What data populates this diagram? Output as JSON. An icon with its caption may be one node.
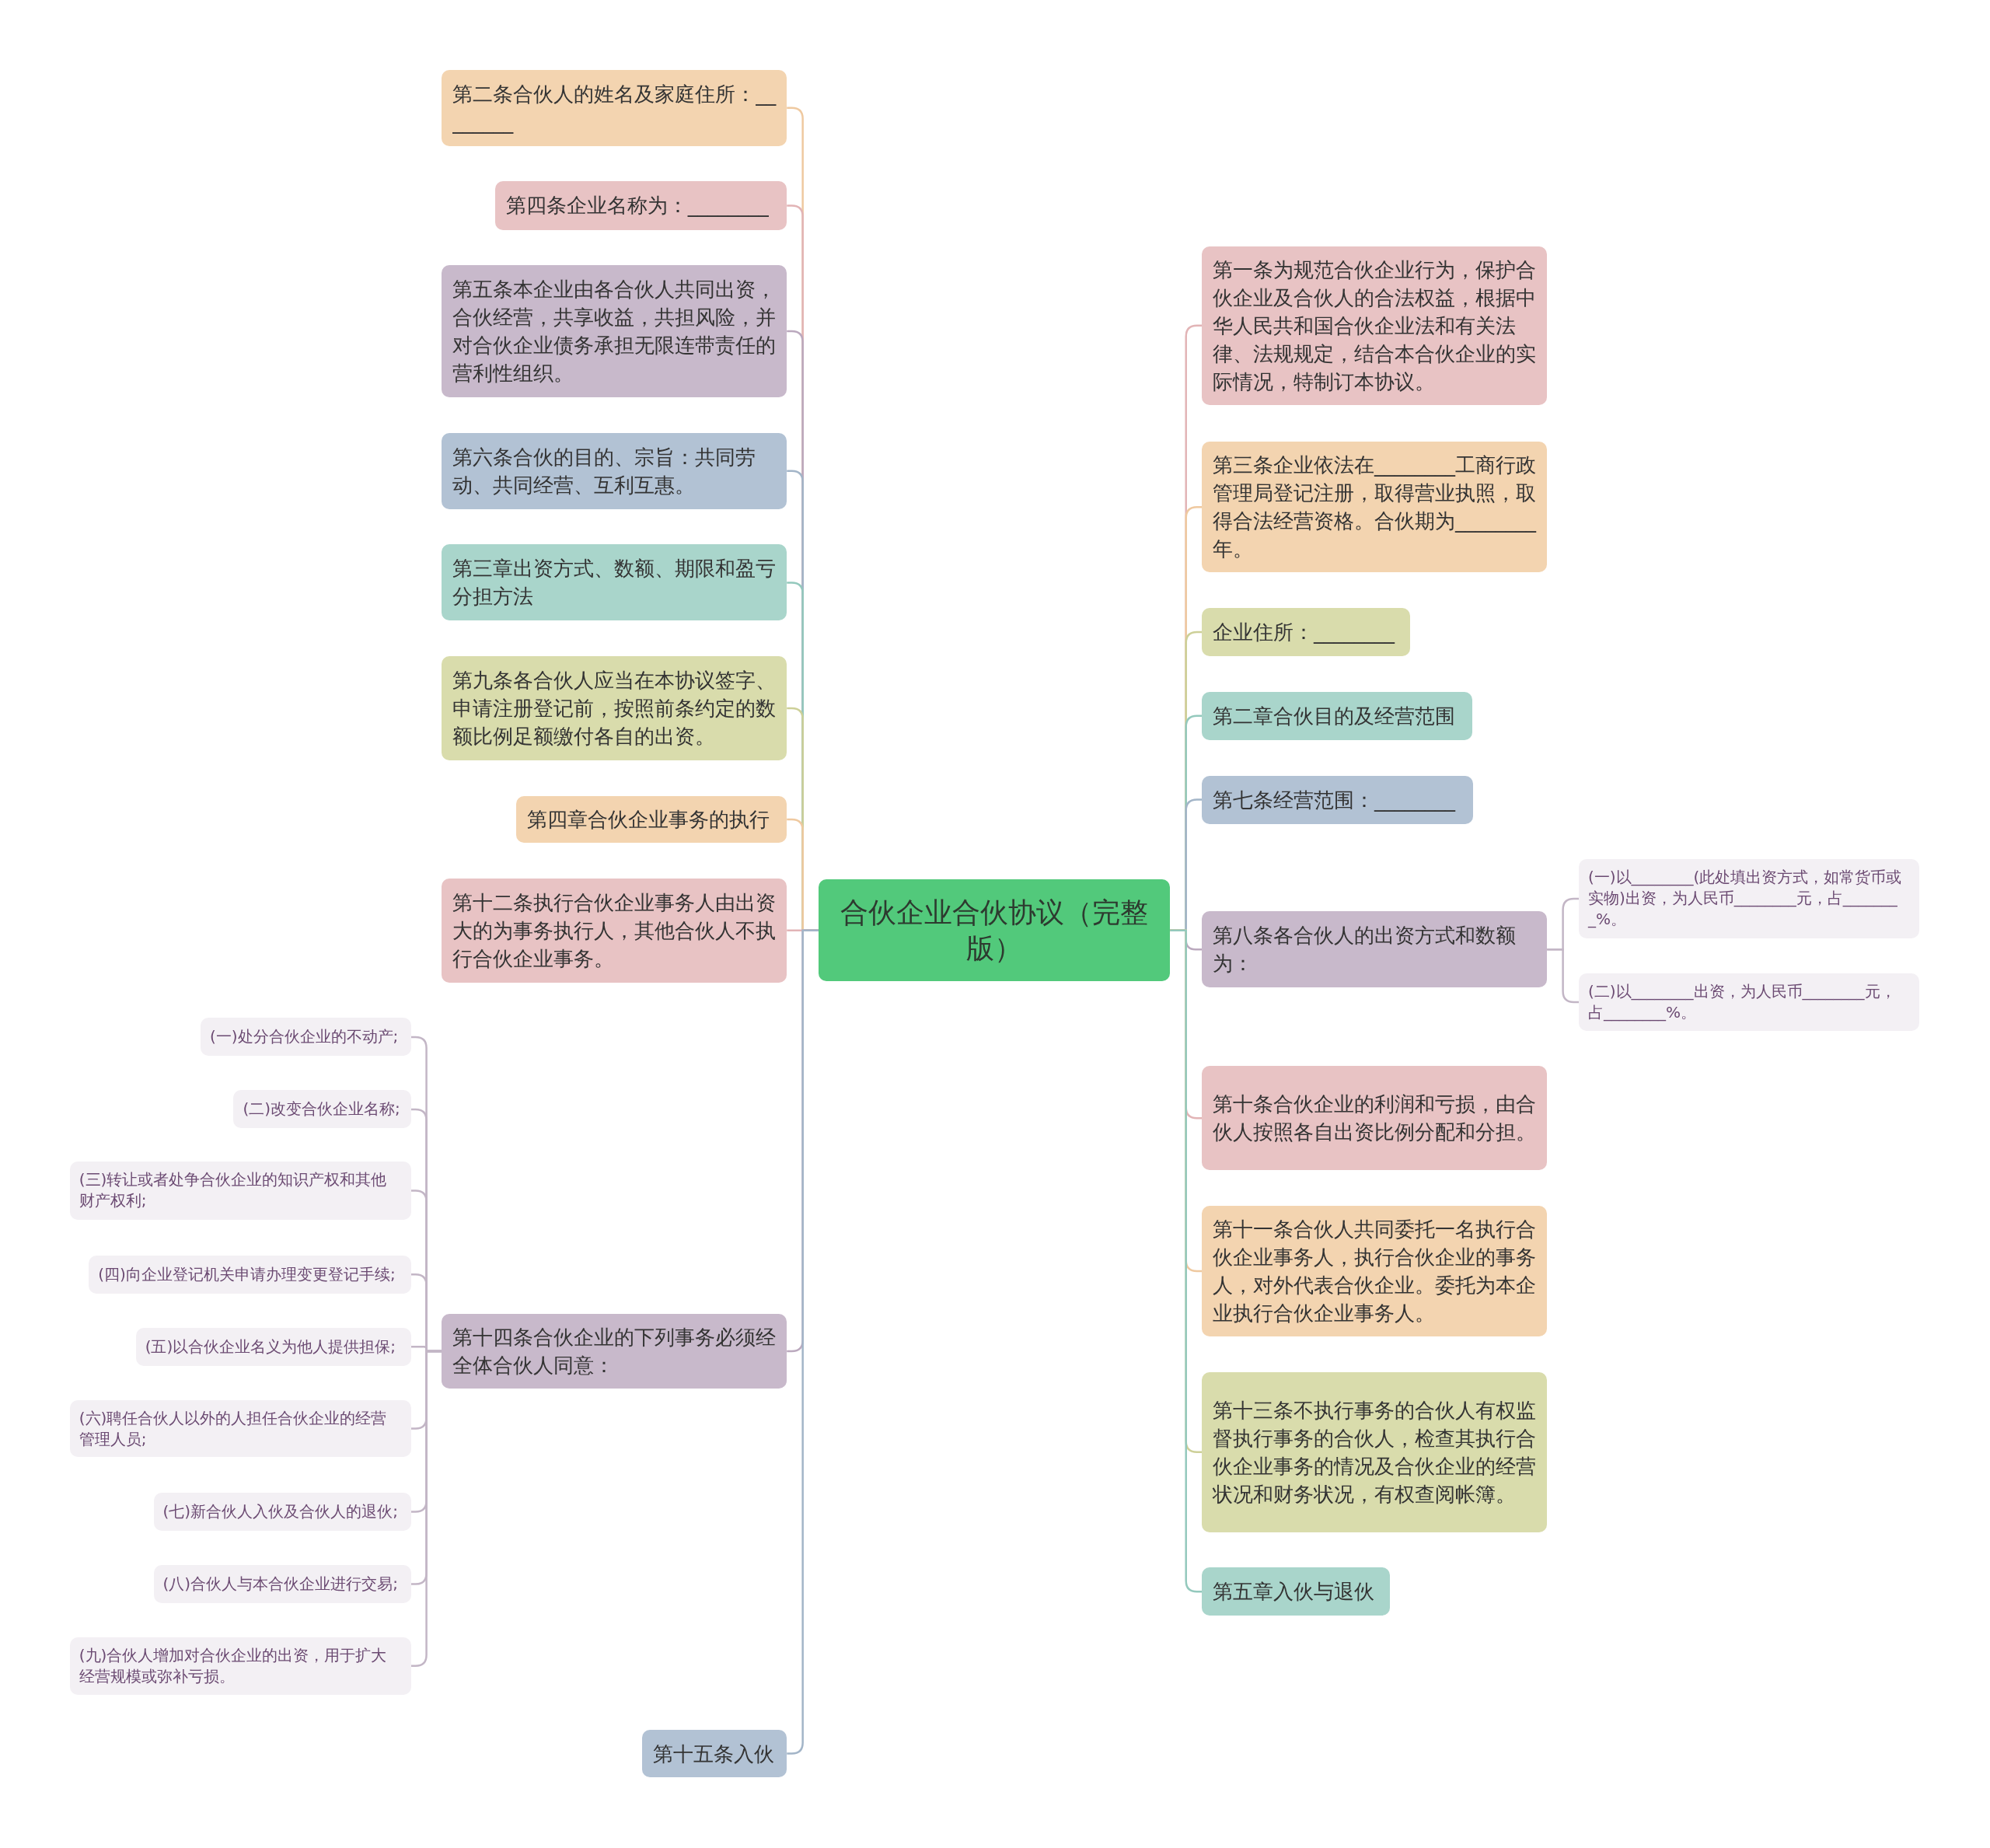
{
  "diagram": {
    "nodes": [
      {
        "text": [
          "合伙企业合伙协议（完整版）"
        ]
      },
      {
        "text": [
          "第二条合伙人的姓名及家庭住所：________"
        ]
      },
      {
        "text": [
          "第四条企业名称为：________"
        ]
      },
      {
        "text": [
          "第五条本企业由各合伙人共同出资，合伙经营，共享收益，共担风险，并对合伙企业债务承担无限连带责任的营利性组织。"
        ]
      },
      {
        "text": [
          "第六条合伙的目的、宗旨：共同劳动、共同经营、互利互惠。"
        ]
      },
      {
        "text": [
          "第三章出资方式、数额、期限和盈亏分担方法"
        ]
      },
      {
        "text": [
          "第九条各合伙人应当在本协议签字、申请注册登记前，按照前条约定的数额比例足额缴付各自的出资。"
        ]
      },
      {
        "text": [
          "第四章合伙企业事务的执行"
        ]
      },
      {
        "text": [
          "第十二条执行合伙企业事务人由出资大的为事务执行人，其他合伙人不执行合伙企业事务。"
        ]
      },
      {
        "text": [
          "第十四条合伙企业的下列事务必须经全体合伙人同意："
        ]
      },
      {
        "text": [
          "(一)处分合伙企业的不动产;"
        ]
      },
      {
        "text": [
          "(二)改变合伙企业名称;"
        ]
      },
      {
        "text": [
          "(三)转让或者处争合伙企业的知识产权和其他财产权利;"
        ]
      },
      {
        "text": [
          "(四)向企业登记机关申请办理变更登记手续;"
        ]
      },
      {
        "text": [
          "(五)以合伙企业名义为他人提供担保;"
        ]
      },
      {
        "text": [
          "(六)聘任合伙人以外的人担任合伙企业的经营管理人员;"
        ]
      },
      {
        "text": [
          "(七)新合伙人入伙及合伙人的退伙;"
        ]
      },
      {
        "text": [
          "(八)合伙人与本合伙企业进行交易;"
        ]
      },
      {
        "text": [
          "(九)合伙人增加对合伙企业的出资，用于扩大经营规模或弥补亏损。"
        ]
      },
      {
        "text": [
          "第十五条入伙"
        ]
      },
      {
        "text": [
          "第一条为规范合伙企业行为，保护合伙企业及合伙人的合法权益，根据中华人民共和国合伙企业法和有关法律、法规规定，结合本合伙企业的实际情况，特制订本协议。"
        ]
      },
      {
        "text": [
          "第三条企业依法在________工商行政管理局登记注册，取得营业执照，取得合法经营资格。合伙期为________年。"
        ]
      },
      {
        "text": [
          "企业住所：________"
        ]
      },
      {
        "text": [
          "第二章合伙目的及经营范围"
        ]
      },
      {
        "text": [
          "第七条经营范围：________"
        ]
      },
      {
        "text": [
          "第八条各合伙人的出资方式和数额为："
        ]
      },
      {
        "text": [
          "(一)以________(此处填出资方式，如常货币或实物)出资，为人民币________元，占________%。"
        ]
      },
      {
        "text": [
          "(二)以________出资，为人民币________元，占________%。"
        ]
      },
      {
        "text": [
          "第十条合伙企业的利润和亏损，由合伙人按照各自出资比例分配和分担。"
        ]
      },
      {
        "text": [
          "第十一条合伙人共同委托一名执行合伙企业事务人，执行合伙企业的事务人，对外代表合伙企业。委托为本企业执行合伙企业事务人。"
        ]
      },
      {
        "text": [
          "第十三条不执行事务的合伙人有权监督执行事务的合伙人，检查其执行合伙企业事务的情况及合伙企业的经营状况和财务状况，有权查阅帐簿。"
        ]
      },
      {
        "text": [
          "第五章入伙与退伙"
        ]
      }
    ],
    "edges": [
      {
        "from": 0,
        "to": 1,
        "arrow": "none"
      },
      {
        "from": 0,
        "to": 2,
        "arrow": "none"
      },
      {
        "from": 0,
        "to": 3,
        "arrow": "none"
      },
      {
        "from": 0,
        "to": 4,
        "arrow": "none"
      },
      {
        "from": 0,
        "to": 5,
        "arrow": "none"
      },
      {
        "from": 0,
        "to": 6,
        "arrow": "none"
      },
      {
        "from": 0,
        "to": 7,
        "arrow": "none"
      },
      {
        "from": 0,
        "to": 8,
        "arrow": "none"
      },
      {
        "from": 0,
        "to": 9,
        "arrow": "none"
      },
      {
        "from": 9,
        "to": 10,
        "arrow": "none"
      },
      {
        "from": 9,
        "to": 11,
        "arrow": "none"
      },
      {
        "from": 9,
        "to": 12,
        "arrow": "none"
      },
      {
        "from": 9,
        "to": 13,
        "arrow": "none"
      },
      {
        "from": 9,
        "to": 14,
        "arrow": "none"
      },
      {
        "from": 9,
        "to": 15,
        "arrow": "none"
      },
      {
        "from": 9,
        "to": 16,
        "arrow": "none"
      },
      {
        "from": 9,
        "to": 17,
        "arrow": "none"
      },
      {
        "from": 9,
        "to": 18,
        "arrow": "none"
      },
      {
        "from": 0,
        "to": 19,
        "arrow": "none"
      },
      {
        "from": 0,
        "to": 20,
        "arrow": "none"
      },
      {
        "from": 0,
        "to": 21,
        "arrow": "none"
      },
      {
        "from": 0,
        "to": 22,
        "arrow": "none"
      },
      {
        "from": 0,
        "to": 23,
        "arrow": "none"
      },
      {
        "from": 0,
        "to": 24,
        "arrow": "none"
      },
      {
        "from": 0,
        "to": 25,
        "arrow": "none"
      },
      {
        "from": 25,
        "to": 26,
        "arrow": "none"
      },
      {
        "from": 25,
        "to": 27,
        "arrow": "none"
      },
      {
        "from": 0,
        "to": 28,
        "arrow": "none"
      },
      {
        "from": 0,
        "to": 29,
        "arrow": "none"
      },
      {
        "from": 0,
        "to": 30,
        "arrow": "none"
      },
      {
        "from": 0,
        "to": 31,
        "arrow": "none"
      }
    ]
  }
}
